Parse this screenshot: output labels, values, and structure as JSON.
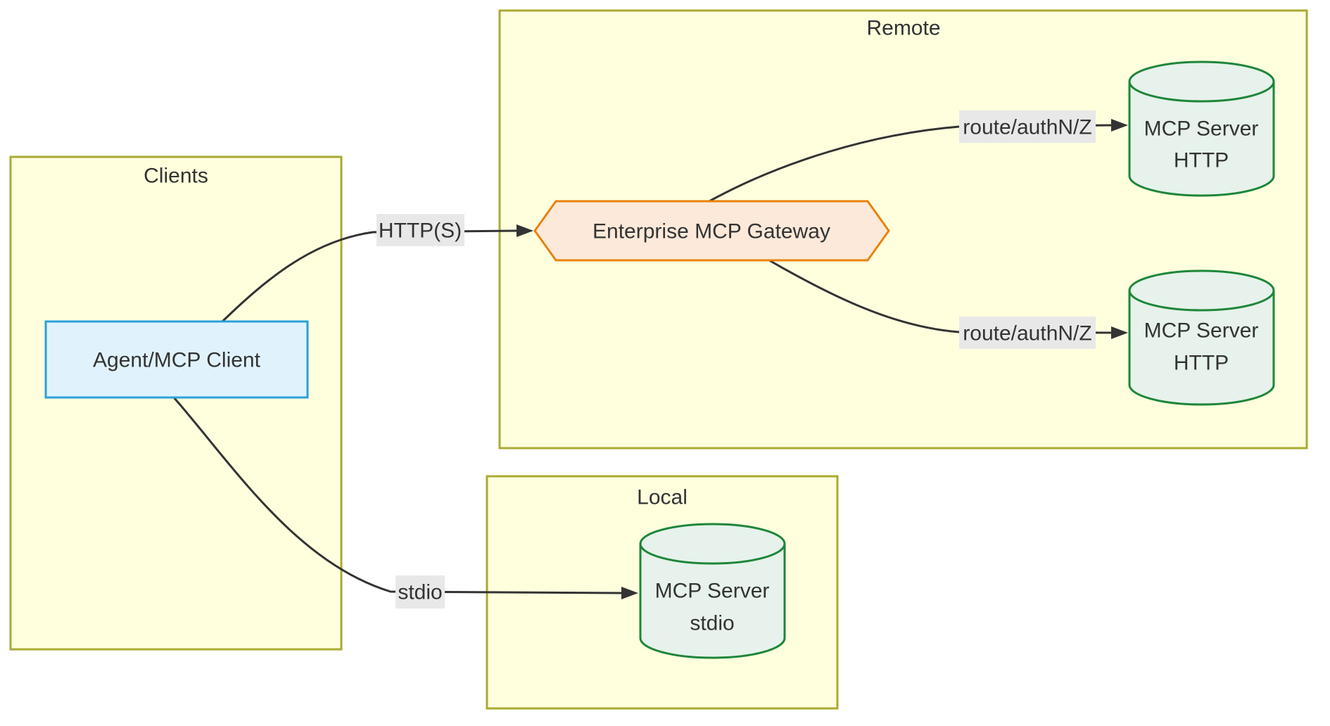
{
  "diagram": {
    "groups": {
      "clients": {
        "title": "Clients"
      },
      "remote": {
        "title": "Remote"
      },
      "local": {
        "title": "Local"
      }
    },
    "nodes": {
      "agent_client": {
        "label": "Agent/MCP Client"
      },
      "gateway": {
        "label": "Enterprise MCP Gateway"
      },
      "server_http_top": {
        "line1": "MCP Server",
        "line2": "HTTP"
      },
      "server_http_bottom": {
        "line1": "MCP Server",
        "line2": "HTTP"
      },
      "server_stdio": {
        "line1": "MCP Server",
        "line2": "stdio"
      }
    },
    "edges": {
      "https": {
        "label": "HTTP(S)",
        "from": "agent_client",
        "to": "gateway"
      },
      "route_top": {
        "label": "route/authN/Z",
        "from": "gateway",
        "to": "server_http_top"
      },
      "route_bottom": {
        "label": "route/authN/Z",
        "from": "gateway",
        "to": "server_http_bottom"
      },
      "stdio": {
        "label": "stdio",
        "from": "agent_client",
        "to": "server_stdio"
      }
    },
    "colors": {
      "group_fill": "#FFFFDE",
      "group_border": "#AAAA33",
      "client_fill": "#E0F3FC",
      "client_border": "#2AA0DB",
      "gateway_fill": "#FCE9D9",
      "gateway_border": "#E8820D",
      "server_fill": "#E6F2EB",
      "server_border": "#1E8639",
      "edge_color": "#333333",
      "edge_label_bg": "#E8E8E8",
      "text_color": "#333333"
    }
  }
}
